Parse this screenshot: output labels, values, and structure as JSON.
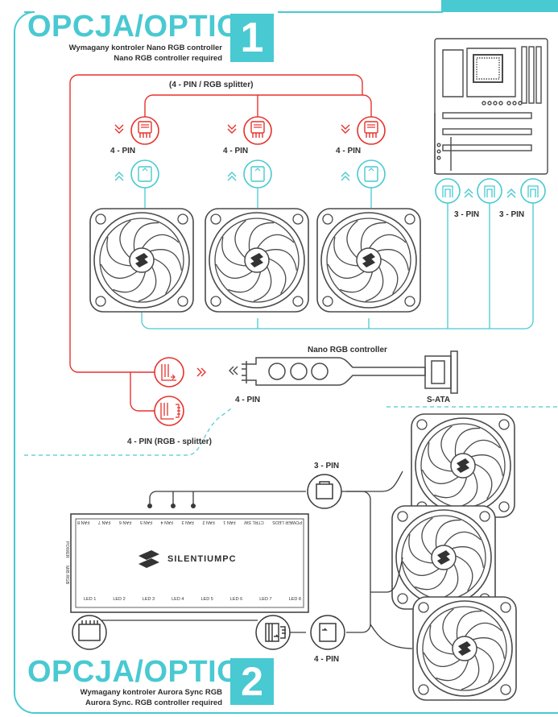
{
  "option1": {
    "title": "OPCJA/OPTION",
    "number": "1",
    "subtitle_pl": "Wymagany kontroler Nano RGB controller",
    "subtitle_en": "Nano RGB controller required"
  },
  "option2": {
    "title": "OPCJA/OPTION",
    "number": "2",
    "subtitle_pl": "Wymagany kontroler Aurora Sync RGB",
    "subtitle_en": "Aurora Sync. RGB controller required"
  },
  "labels": {
    "splitter_top": "(4 - PIN / RGB splitter)",
    "four_pin": "4 - PIN",
    "three_pin": "3 - PIN",
    "nano_controller": "Nano RGB controller",
    "sata": "S-ATA",
    "rgb_splitter": "4 - PIN (RGB - splitter)"
  },
  "hub": {
    "brand": "SILENTIUMPC",
    "top_ports": [
      "POWER LEDS",
      "CTRL SW",
      "FAN 1",
      "FAN 2",
      "FAN 3",
      "FAN 4",
      "FAN 5",
      "FAN 6",
      "FAN 7",
      "FAN 8"
    ],
    "bottom_ports": [
      "LED 1",
      "LED 2",
      "LED 3",
      "LED 4",
      "LED 5",
      "LED 6",
      "LED 7",
      "LED 8"
    ],
    "side_power": "POWER",
    "side_mb": "M/B RGB"
  },
  "colors": {
    "accent": "#49c9d2",
    "red": "#e5322d",
    "line": "#3a3a3a",
    "fan_line": "#9aa0a3"
  },
  "icons": [
    "fan-icon",
    "connector-icon",
    "chevron-icon",
    "motherboard-icon",
    "hub-icon",
    "controller-icon",
    "sata-icon"
  ]
}
